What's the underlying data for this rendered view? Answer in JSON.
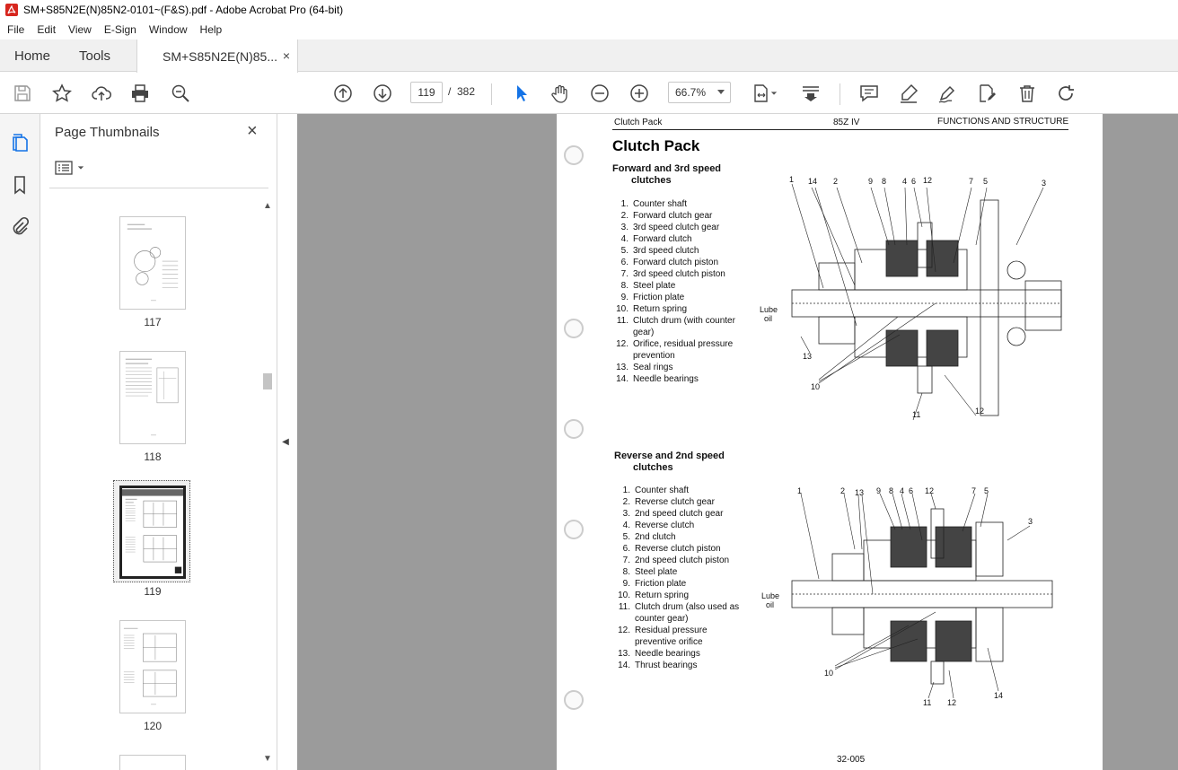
{
  "window": {
    "title": "SM+S85N2E(N)85N2-0101~(F&S).pdf - Adobe Acrobat Pro (64-bit)"
  },
  "menu": [
    "File",
    "Edit",
    "View",
    "E-Sign",
    "Window",
    "Help"
  ],
  "tabs": {
    "home": "Home",
    "tools": "Tools",
    "doc": "SM+S85N2E(N)85...",
    "close": "×"
  },
  "toolbar": {
    "current_page": "119",
    "separator": "/",
    "total_pages": "382",
    "zoom": "66.7%"
  },
  "panel": {
    "title": "Page Thumbnails",
    "close": "×",
    "thumbnails": [
      {
        "label": "117"
      },
      {
        "label": "118"
      },
      {
        "label": "119",
        "selected": true
      },
      {
        "label": "120"
      }
    ]
  },
  "page": {
    "header_left": "Clutch Pack",
    "header_mid": "85Z IV",
    "header_right": "FUNCTIONS AND STRUCTURE",
    "title": "Clutch Pack",
    "section1": {
      "heading_line1": "Forward and 3rd speed",
      "heading_line2": "clutches",
      "items": [
        {
          "n": "1.",
          "t": "Counter shaft"
        },
        {
          "n": "2.",
          "t": "Forward clutch gear"
        },
        {
          "n": "3.",
          "t": "3rd speed clutch gear"
        },
        {
          "n": "4.",
          "t": "Forward clutch"
        },
        {
          "n": "5.",
          "t": "3rd speed clutch"
        },
        {
          "n": "6.",
          "t": "Forward clutch piston"
        },
        {
          "n": "7.",
          "t": "3rd speed clutch piston"
        },
        {
          "n": "8.",
          "t": "Steel plate"
        },
        {
          "n": "9.",
          "t": "Friction plate"
        },
        {
          "n": "10.",
          "t": "Return spring"
        },
        {
          "n": "11.",
          "t": "Clutch drum (with counter gear)"
        },
        {
          "n": "12.",
          "t": "Orifice, residual pressure prevention"
        },
        {
          "n": "13.",
          "t": "Seal rings"
        },
        {
          "n": "14.",
          "t": "Needle bearings"
        }
      ],
      "diagram_labels": [
        "1",
        "14",
        "2",
        "9",
        "8",
        "4",
        "6",
        "12",
        "7",
        "5",
        "3",
        "13",
        "10",
        "11",
        "12"
      ],
      "lube_line1": "Lube",
      "lube_line2": "oil"
    },
    "section2": {
      "heading_line1": "Reverse and 2nd speed",
      "heading_line2": "clutches",
      "items": [
        {
          "n": "1.",
          "t": "Counter shaft"
        },
        {
          "n": "2.",
          "t": "Reverse clutch gear"
        },
        {
          "n": "3.",
          "t": "2nd speed clutch gear"
        },
        {
          "n": "4.",
          "t": "Reverse clutch"
        },
        {
          "n": "5.",
          "t": "2nd clutch"
        },
        {
          "n": "6.",
          "t": "Reverse clutch piston"
        },
        {
          "n": "7.",
          "t": "2nd speed clutch piston"
        },
        {
          "n": "8.",
          "t": "Steel plate"
        },
        {
          "n": "9.",
          "t": "Friction plate"
        },
        {
          "n": "10.",
          "t": "Return spring"
        },
        {
          "n": "11.",
          "t": "Clutch drum (also used as counter gear)"
        },
        {
          "n": "12.",
          "t": "Residual pressure preventive orifice"
        },
        {
          "n": "13.",
          "t": "Needle bearings"
        },
        {
          "n": "14.",
          "t": "Thrust bearings"
        }
      ],
      "diagram_labels": [
        "1",
        "2",
        "13",
        "9",
        "8",
        "4",
        "6",
        "12",
        "7",
        "5",
        "3",
        "10",
        "11",
        "12",
        "14"
      ],
      "lube_line1": "Lube",
      "lube_line2": "oil"
    },
    "footer": "32-005"
  }
}
